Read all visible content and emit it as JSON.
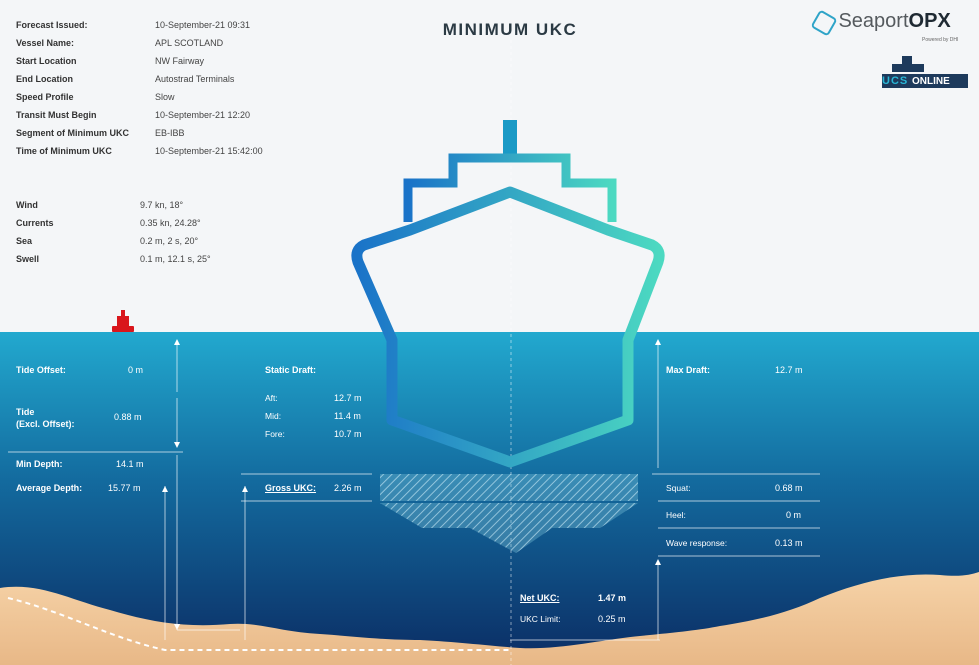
{
  "title": "MINIMUM UKC",
  "branding": {
    "logo_text": "Seaport",
    "logo_bold": "OPX",
    "logo_sub": "Powered by DHI",
    "badge_a": "UCS",
    "badge_b": "ONLINE"
  },
  "forecast": [
    {
      "label": "Forecast Issued:",
      "value": "10-September-21 09:31"
    },
    {
      "label": "Vessel Name:",
      "value": "APL SCOTLAND"
    },
    {
      "label": "Start Location",
      "value": "NW Fairway"
    },
    {
      "label": "End Location",
      "value": "Autostrad Terminals"
    },
    {
      "label": "Speed Profile",
      "value": "Slow"
    },
    {
      "label": "Transit Must Begin",
      "value": "10-September-21 12:20"
    },
    {
      "label": "Segment of Minimum UKC",
      "value": "EB-IBB"
    },
    {
      "label": "Time of Minimum UKC",
      "value": "10-September-21 15:42:00"
    }
  ],
  "conditions": [
    {
      "label": "Wind",
      "value": "9.7 kn, 18°"
    },
    {
      "label": "Currents",
      "value": "0.35 kn, 24.28°"
    },
    {
      "label": "Sea",
      "value": "0.2 m, 2 s, 20°"
    },
    {
      "label": "Swell",
      "value": "0.1 m, 12.1 s, 25°"
    }
  ],
  "tide_offset": {
    "label": "Tide Offset:",
    "value": "0 m"
  },
  "tide": {
    "label_line1": "Tide",
    "label_line2": "(Excl. Offset):",
    "value": "0.88 m"
  },
  "min_depth": {
    "label": "Min Depth:",
    "value": "14.1 m"
  },
  "average_depth": {
    "label": "Average Depth:",
    "value": "15.77 m"
  },
  "static_draft": {
    "label": "Static Draft:",
    "rows": [
      {
        "label": "Aft:",
        "value": "12.7 m"
      },
      {
        "label": "Mid:",
        "value": "11.4 m"
      },
      {
        "label": "Fore:",
        "value": "10.7 m"
      }
    ]
  },
  "gross_ukc": {
    "label": "Gross UKC:",
    "value": "2.26 m"
  },
  "max_draft": {
    "label": "Max Draft:",
    "value": "12.7 m"
  },
  "allowances": [
    {
      "label": "Squat:",
      "value": "0.68 m"
    },
    {
      "label": "Heel:",
      "value": "0 m"
    },
    {
      "label": "Wave response:",
      "value": "0.13 m"
    }
  ],
  "net_ukc": {
    "label": "Net UKC:",
    "value": "1.47 m"
  },
  "ukc_limit": {
    "label": "UKC Limit:",
    "value": "0.25 m"
  },
  "colors": {
    "sea_top": "#22a9cf",
    "sea_bottom": "#0b2c63",
    "seabed": "#f0c79a",
    "hull_left": "#1a73c8",
    "hull_right": "#4cd9c1",
    "buoy": "#d9161c"
  }
}
